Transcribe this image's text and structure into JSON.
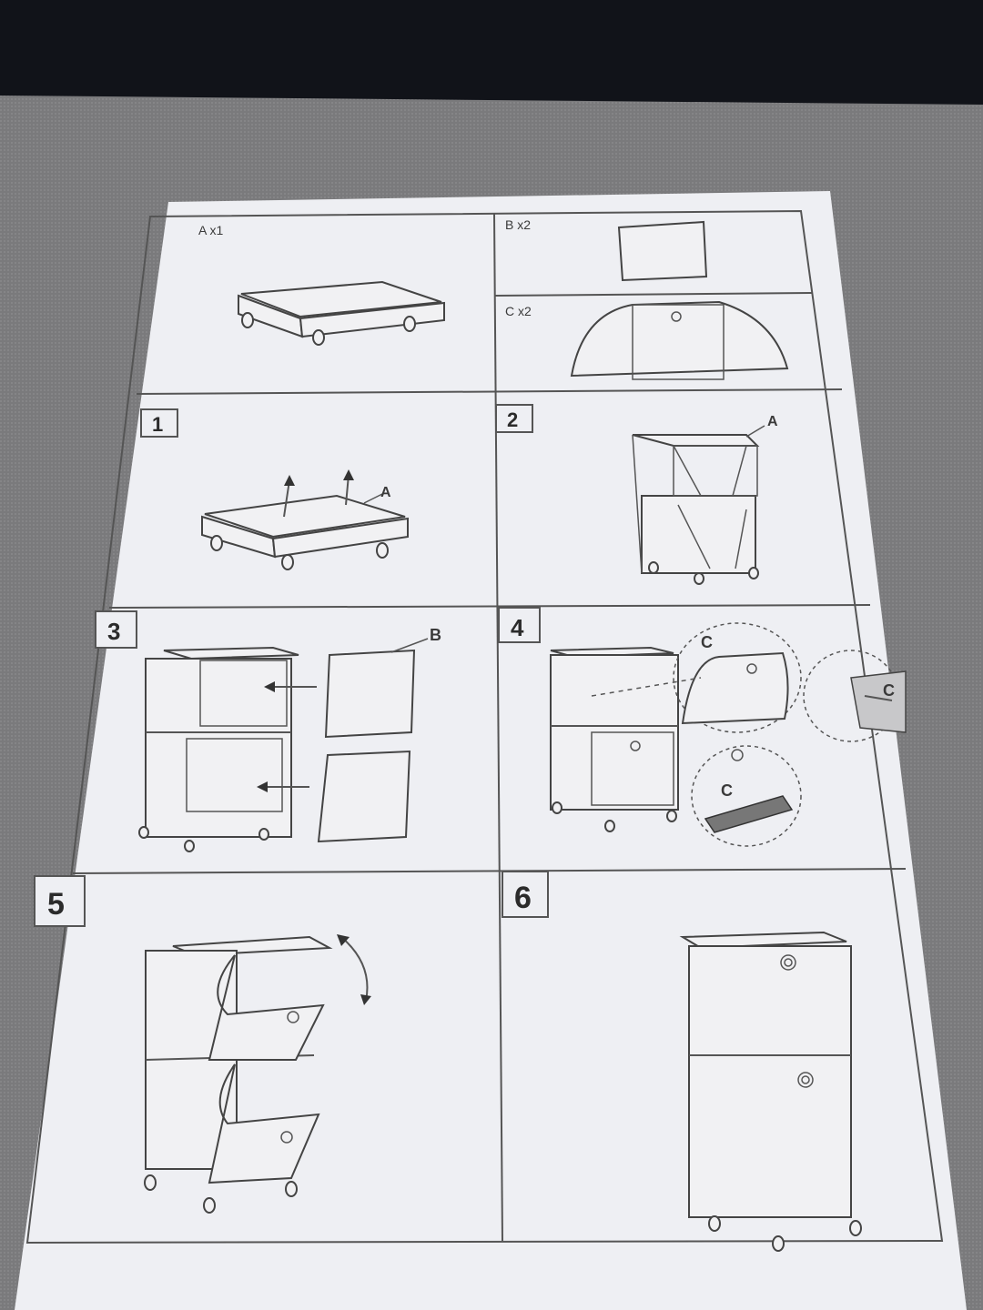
{
  "sheet": {
    "parts": [
      {
        "label": "A x1"
      },
      {
        "label": "B x2"
      },
      {
        "label": "C x2"
      }
    ],
    "steps": [
      {
        "number": "1",
        "callouts": [
          "A"
        ]
      },
      {
        "number": "2",
        "callouts": [
          "A"
        ]
      },
      {
        "number": "3",
        "callouts": [
          "B"
        ]
      },
      {
        "number": "4",
        "callouts": [
          "C",
          "C",
          "C"
        ]
      },
      {
        "number": "5",
        "callouts": []
      },
      {
        "number": "6",
        "callouts": []
      }
    ]
  },
  "colors": {
    "paper": "#eeeff3",
    "fabric": "#7c7c7e",
    "background": "#111319",
    "ink": "#3a3a3a"
  }
}
